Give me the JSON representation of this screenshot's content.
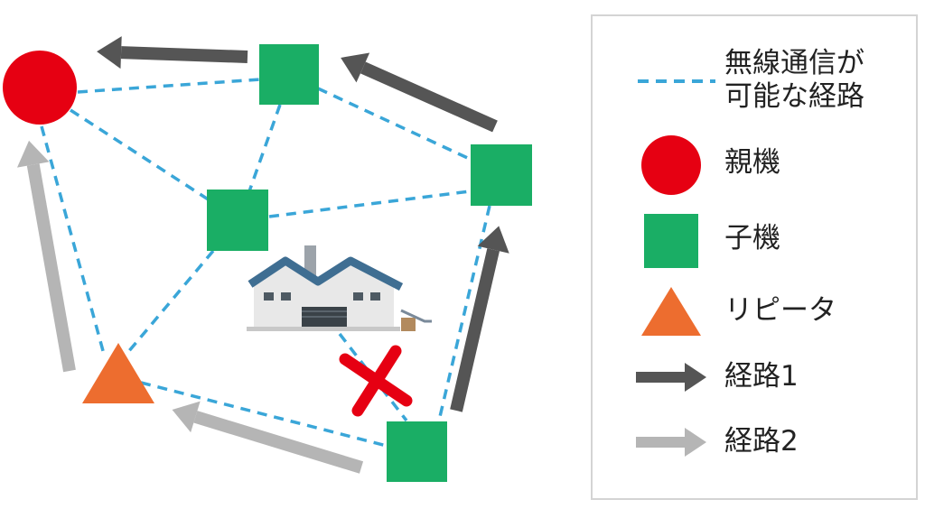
{
  "colors": {
    "link": "#3aa6d8",
    "parent": "#e60012",
    "child": "#1aae65",
    "repeater": "#ed6d2f",
    "route1": "#555555",
    "route2": "#b5b5b5",
    "blocked": "#e60012"
  },
  "legend": {
    "link_label_line1": "無線通信が",
    "link_label_line2": "可能な経路",
    "parent_label": "親機",
    "child_label": "子機",
    "repeater_label": "リピータ",
    "route1_label": "経路1",
    "route2_label": "経路2"
  }
}
